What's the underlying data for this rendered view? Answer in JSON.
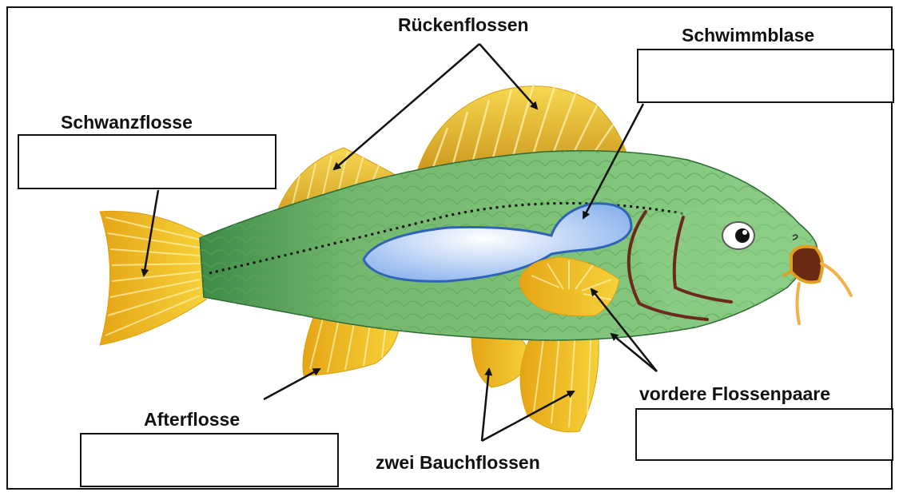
{
  "labels": {
    "dorsal": "Rückenflossen",
    "swim_bladder": "Schwimmblase",
    "tail": "Schwanzflosse",
    "anal": "Afterflosse",
    "pelvic": "zwei Bauchflossen",
    "front_pairs": "vordere Flossenpaare"
  },
  "answers": {
    "swim_bladder": "",
    "tail": "",
    "anal": "",
    "front_pairs": ""
  },
  "colors": {
    "body": "#7fbf7a",
    "body_dark": "#3f8a44",
    "fin": "#f1c21b",
    "fin_dark": "#c98f12",
    "bladder": "#a9c8f3",
    "bladder_edge": "#2f63b8",
    "gill": "#6b2a1d"
  }
}
